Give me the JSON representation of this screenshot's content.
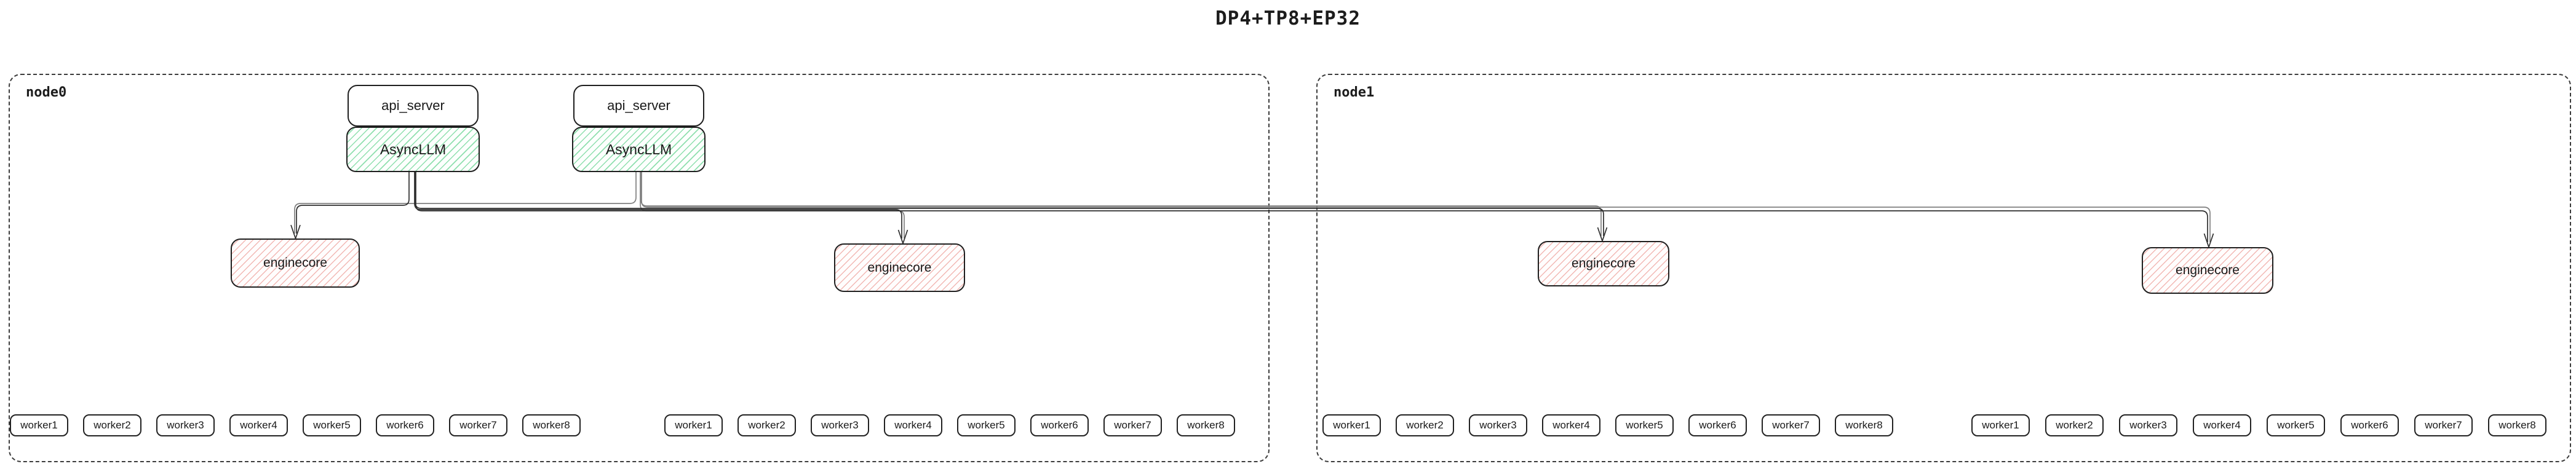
{
  "title": "DP4+TP8+EP32",
  "colors": {
    "box_border": "#1f1f1f",
    "node_border": "#3c3c3c",
    "asyncllm_hatch_green": "#8fdfae",
    "enginecore_hatch_red": "#f2b8b4",
    "connector_dark": "#2f2f2f",
    "connector_gray": "#808080",
    "text": "#1a1a1a"
  },
  "nodes": [
    {
      "label": "node0",
      "stacks": [
        {
          "api_server": "api_server",
          "async_llm": "AsyncLLM"
        },
        {
          "api_server": "api_server",
          "async_llm": "AsyncLLM"
        }
      ],
      "enginecores": [
        "enginecore",
        "enginecore"
      ],
      "worker_groups": [
        [
          "worker1",
          "worker2",
          "worker3",
          "worker4",
          "worker5",
          "worker6",
          "worker7",
          "worker8"
        ],
        [
          "worker1",
          "worker2",
          "worker3",
          "worker4",
          "worker5",
          "worker6",
          "worker7",
          "worker8"
        ]
      ]
    },
    {
      "label": "node1",
      "stacks": [],
      "enginecores": [
        "enginecore",
        "enginecore"
      ],
      "worker_groups": [
        [
          "worker1",
          "worker2",
          "worker3",
          "worker4",
          "worker5",
          "worker6",
          "worker7",
          "worker8"
        ],
        [
          "worker1",
          "worker2",
          "worker3",
          "worker4",
          "worker5",
          "worker6",
          "worker7",
          "worker8"
        ]
      ]
    }
  ]
}
